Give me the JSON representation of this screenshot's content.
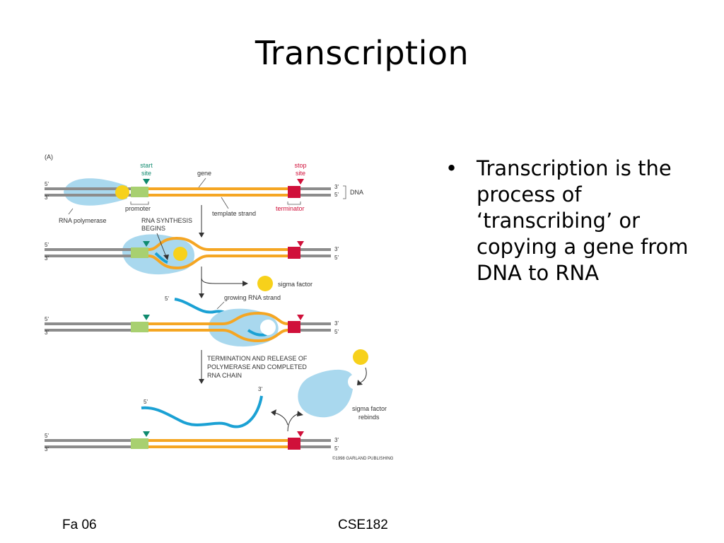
{
  "slide": {
    "title": "Transcription",
    "bullets": [
      "Transcription is the process of ‘transcribing’ or copying a gene from DNA to RNA"
    ],
    "footer_left": "Fa 06",
    "footer_center": "CSE182"
  },
  "figure": {
    "panel_label": "(A)",
    "start_site": [
      "start",
      "site"
    ],
    "stop_site": [
      "stop",
      "site"
    ],
    "gene": "gene",
    "dna": "DNA",
    "promoter": "promoter",
    "template_strand": "template strand",
    "terminator": "terminator",
    "rna_polymerase": "RNA polymerase",
    "rna_synthesis_begins": [
      "RNA SYNTHESIS",
      "BEGINS"
    ],
    "sigma_factor": "sigma factor",
    "growing_rna_strand": "growing RNA strand",
    "termination": [
      "TERMINATION AND RELEASE OF",
      "POLYMERASE AND COMPLETED",
      "RNA CHAIN"
    ],
    "sigma_factor_rebinds": [
      "sigma factor",
      "rebinds"
    ],
    "copyright": "©1998 GARLAND PUBLISHING",
    "end5": "5'",
    "end3": "3'",
    "colors": {
      "dna_strand": "#8c8c8c",
      "gene": "#f5a623",
      "promoter": "#a8d070",
      "terminator": "#d0103a",
      "polymerase": "#a9d8ee",
      "sigma": "#f7d11b",
      "rna": "#1ba1d4",
      "start_marker": "#0f8a6e"
    }
  }
}
